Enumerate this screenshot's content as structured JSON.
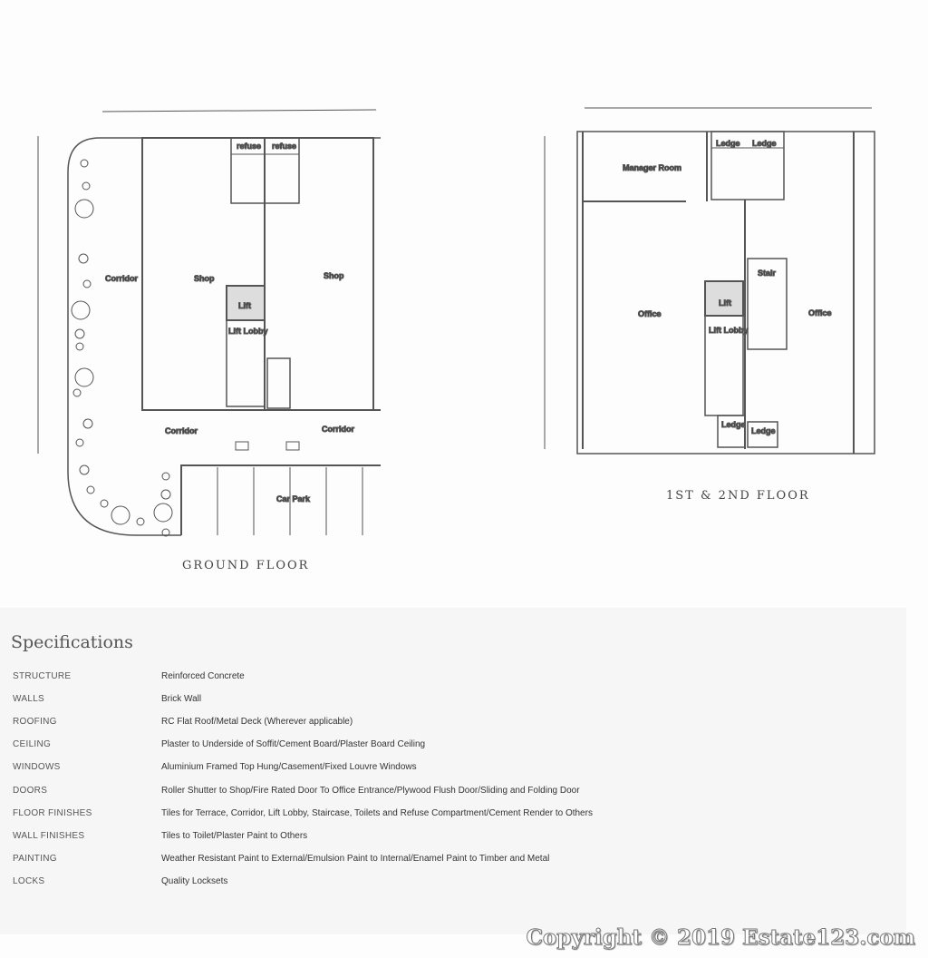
{
  "ground_floor": {
    "caption": "GROUND FLOOR",
    "labels": {
      "refuse_left": "refuse",
      "refuse_right": "refuse",
      "corridor_left": "Corridor",
      "shop_left": "Shop",
      "shop_right": "Shop",
      "lift": "Lift",
      "lift_lobby": "Lift Lobby",
      "corridor_bottom_left": "Corridor",
      "corridor_bottom_right": "Corridor",
      "car_park": "Car Park"
    }
  },
  "upper_floor": {
    "caption": "1ST & 2ND FLOOR",
    "labels": {
      "ledge_top_left": "Ledge",
      "ledge_top_right": "Ledge",
      "manager_room": "Manager Room",
      "office_left": "Office",
      "office_right": "Office",
      "stair": "Stair",
      "lift": "Lift",
      "lift_lobby": "Lift Lobby",
      "ledge_bottom_left": "Ledge",
      "ledge_bottom_right": "Ledge"
    }
  },
  "specifications": {
    "title": "Specifications",
    "rows": [
      {
        "key": "STRUCTURE",
        "value": "Reinforced Concrete"
      },
      {
        "key": "WALLS",
        "value": "Brick Wall"
      },
      {
        "key": "ROOFING",
        "value": "RC Flat Roof/Metal Deck (Wherever applicable)"
      },
      {
        "key": "CEILING",
        "value": "Plaster to Underside of Soffit/Cement Board/Plaster Board Ceiling"
      },
      {
        "key": "WINDOWS",
        "value": "Aluminium Framed Top Hung/Casement/Fixed Louvre Windows"
      },
      {
        "key": "DOORS",
        "value": "Roller Shutter to Shop/Fire Rated Door To Office Entrance/Plywood Flush Door/Sliding and Folding Door"
      },
      {
        "key": "FLOOR FINISHES",
        "value": "Tiles for Terrace, Corridor, Lift Lobby, Staircase, Toilets and Refuse Compartment/Cement Render to Others"
      },
      {
        "key": "WALL FINISHES",
        "value": "Tiles to Toilet/Plaster Paint to Others"
      },
      {
        "key": "PAINTING",
        "value": "Weather Resistant Paint to External/Emulsion Paint to Internal/Enamel Paint to Timber and Metal"
      },
      {
        "key": "LOCKS",
        "value": "Quality Locksets"
      }
    ]
  },
  "watermark": "Copyright © 2019 Estate123.com"
}
